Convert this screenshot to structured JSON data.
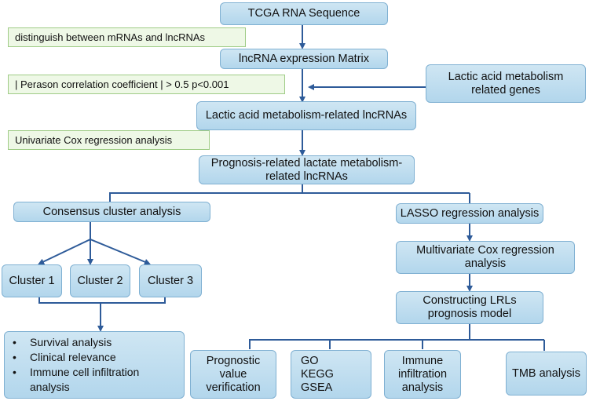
{
  "nodes": {
    "tcga": "TCGA RNA Sequence",
    "matrix": "lncRNA expression Matrix",
    "lactic_genes": "Lactic acid metabolism related genes",
    "lactic_lnc": "Lactic acid metabolism-related lncRNAs",
    "prognosis_lnc": "Prognosis-related lactate metabolism-related lncRNAs",
    "consensus": "Consensus cluster analysis",
    "lasso": "LASSO regression analysis",
    "cluster1": "Cluster 1",
    "cluster2": "Cluster 2",
    "cluster3": "Cluster 3",
    "multicox": "Multivariate Cox regression analysis",
    "constructing": "Constructing LRLs prognosis model",
    "prognostic": "Prognostic value verification",
    "go_line1": "GO",
    "go_line2": "KEGG",
    "go_line3": "GSEA",
    "immune": "Immune infiltration analysis",
    "tmb": "TMB analysis"
  },
  "notes": {
    "distinguish": "distinguish between mRNAs and lncRNAs",
    "pearson": "| Perason correlation coefficient |  > 0.5 p<0.001",
    "univariate": "Univariate Cox regression analysis"
  },
  "cluster_results": [
    "Survival analysis",
    "Clinical relevance",
    "Immune cell infiltration analysis"
  ],
  "colors": {
    "box_fill": "#b9dbef",
    "box_border": "#7fb0d2",
    "note_fill": "#eef8e6",
    "note_border": "#9fcc86",
    "arrow": "#2e5b99"
  }
}
